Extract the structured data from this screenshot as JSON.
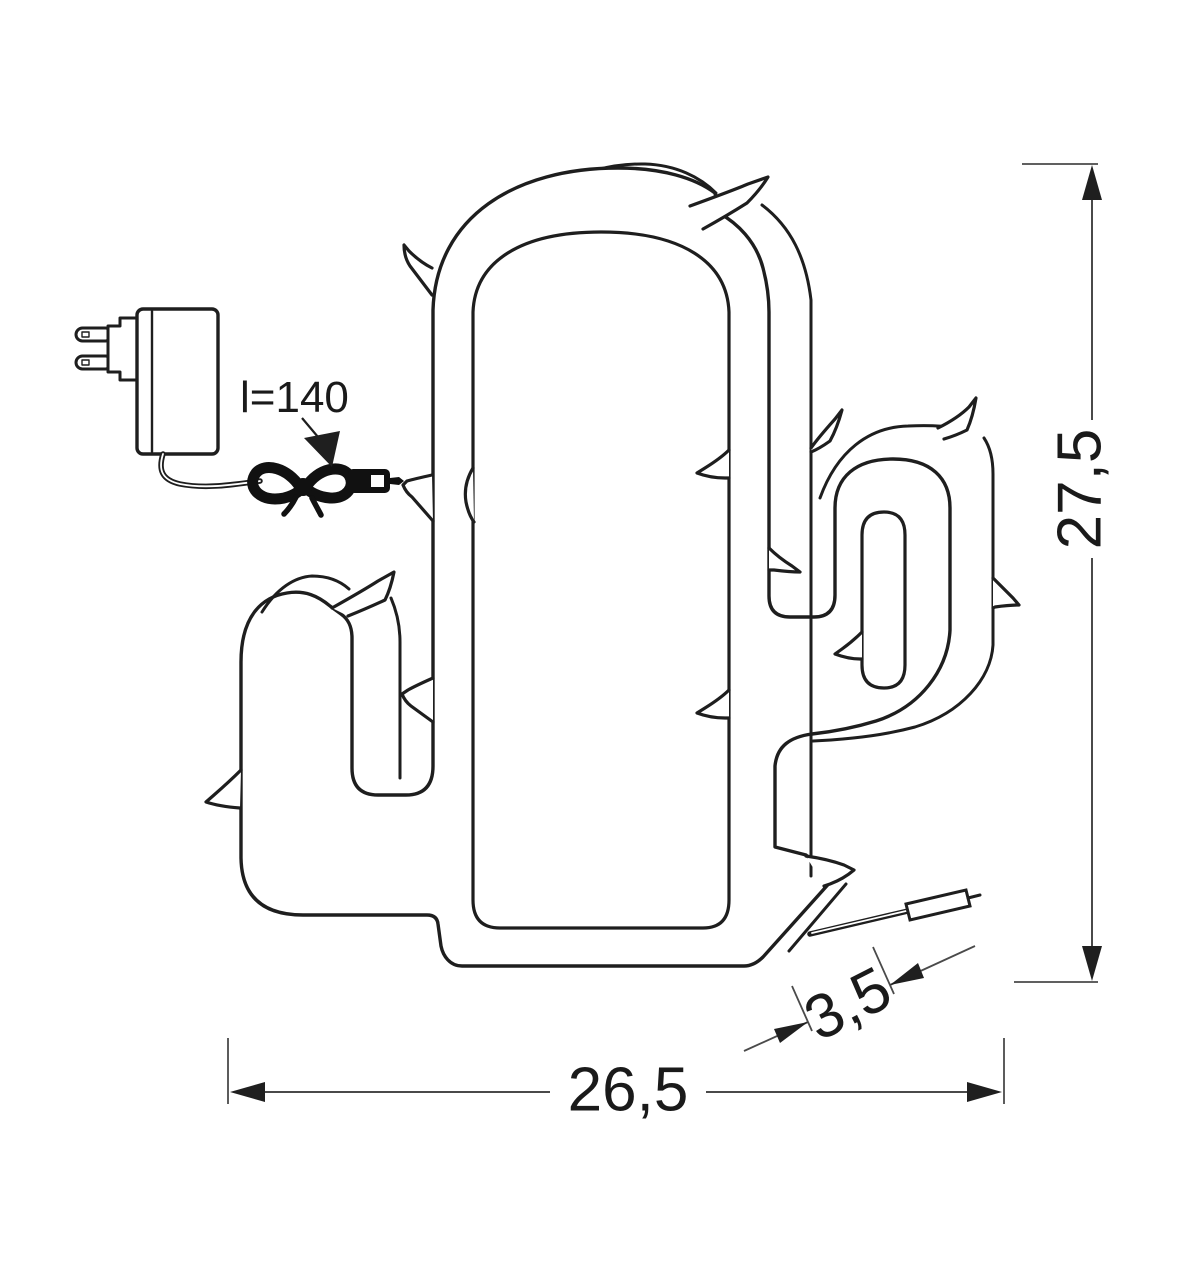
{
  "title": "Cactus wall lamp technical drawing",
  "colors": {
    "background": "#ffffff",
    "outline": "#1e1e1e",
    "dimension_line": "#4a4a4a",
    "text": "#1a1a1a"
  },
  "labels": {
    "height": "27,5",
    "width": "26,5",
    "depth": "3,5",
    "cable_length": "l=140"
  },
  "dimensions_cm": {
    "height": 27.5,
    "width": 26.5,
    "depth": 3.5,
    "cable_length_cm": 140
  }
}
